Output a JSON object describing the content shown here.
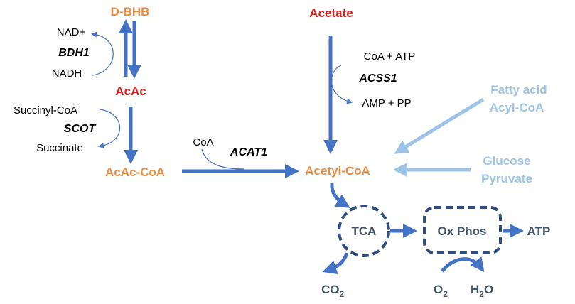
{
  "colors": {
    "orange": "#ED8B3E",
    "red": "#E31B1B",
    "blue": "#4472C4",
    "light_blue": "#9DC3E6",
    "dark_blue": "#2F4E80",
    "text_dark": "#44546A",
    "black": "#000000"
  },
  "nodes": {
    "dbhb": "D-BHB",
    "acac": "AcAc",
    "acaccoa": "AcAc-CoA",
    "acetate": "Acetate",
    "acetylcoa": "Acetyl-CoA",
    "fatty_line1": "Fatty acid",
    "fatty_line2": "Acyl-CoA",
    "glucose_line1": "Glucose",
    "glucose_line2": "Pyruvate",
    "tca": "TCA",
    "oxphos": "Ox Phos",
    "atp": "ATP",
    "co2_base": "CO",
    "co2_sub": "2",
    "o2_base": "O",
    "o2_sub": "2",
    "h2o_h": "H",
    "h2o_sub": "2",
    "h2o_o": "O"
  },
  "reactions": {
    "bdh1_enzyme": "BDH1",
    "bdh1_in": "NAD+",
    "bdh1_out": "NADH",
    "scot_enzyme": "SCOT",
    "scot_in": "Succinyl-CoA",
    "scot_out": "Succinate",
    "acat1_enzyme": "ACAT1",
    "acat1_in": "CoA",
    "acss1_enzyme": "ACSS1",
    "acss1_in": "CoA + ATP",
    "acss1_out": "AMP + PP"
  },
  "icons": [
    "arrow-icon"
  ]
}
